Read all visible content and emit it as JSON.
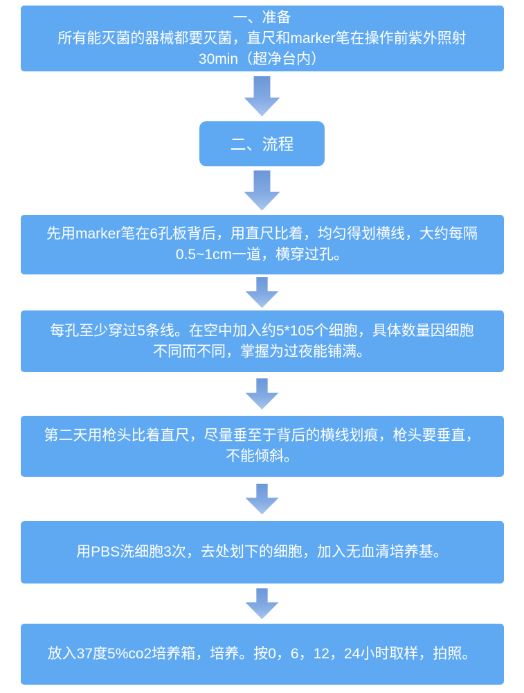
{
  "colors": {
    "box_fill": "#5FA9F3",
    "text": "#FFFFFF",
    "arrow_gradient_top": "#6B96D8",
    "arrow_gradient_bottom": "#A9C7F0",
    "background": "#FFFFFF"
  },
  "steps": [
    {
      "name": "preparation-header",
      "lines": [
        "一、准备",
        "所有能灭菌的器械都要灭菌，直尺和marker笔在操作前紫外照射",
        "30min（超净台内）"
      ]
    },
    {
      "name": "process-header",
      "lines": [
        "二、流程"
      ]
    },
    {
      "name": "draw-guide-lines",
      "lines": [
        "先用marker笔在6孔板背后，用直尺比着，均匀得划横线，大约每隔",
        "0.5~1cm一道，横穿过孔。"
      ]
    },
    {
      "name": "seed-cells",
      "lines": [
        "每孔至少穿过5条线。在空中加入约5*105个细胞，具体数量因细胞",
        "不同而不同，掌握为过夜能铺满。"
      ]
    },
    {
      "name": "scratch-cells",
      "lines": [
        "第二天用枪头比着直尺，尽量垂至于背后的横线划痕，枪头要垂直，",
        "不能倾斜。"
      ]
    },
    {
      "name": "wash-cells",
      "lines": [
        "用PBS洗细胞3次，去处划下的细胞，加入无血清培养基。"
      ]
    },
    {
      "name": "incubate-sample",
      "lines": [
        "放入37度5%co2培养箱，培养。按0，6，12，24小时取样，拍照。"
      ]
    }
  ],
  "connectors": [
    {
      "icon": "down-arrow-icon",
      "size": "large"
    },
    {
      "icon": "down-arrow-icon",
      "size": "large"
    },
    {
      "icon": "down-arrow-icon",
      "size": "small"
    },
    {
      "icon": "down-arrow-icon",
      "size": "small"
    },
    {
      "icon": "down-arrow-icon",
      "size": "small"
    },
    {
      "icon": "down-arrow-icon",
      "size": "small"
    }
  ]
}
